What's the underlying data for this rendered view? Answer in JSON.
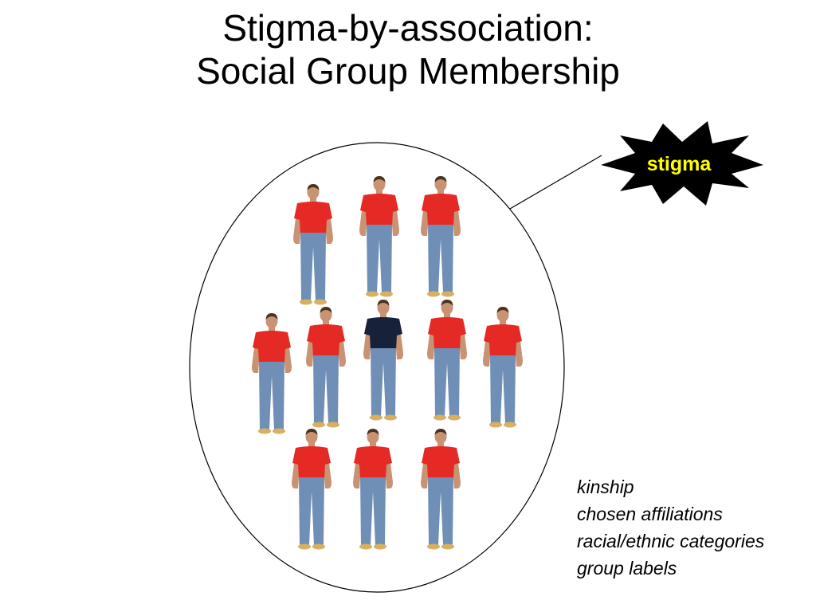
{
  "title": {
    "line1": "Stigma-by-association:",
    "line2": "Social Group Membership"
  },
  "burst": {
    "label": "stigma",
    "fill": "#000000",
    "text_color": "#ffff00"
  },
  "colors": {
    "member_shirt": "#e52a26",
    "target_shirt": "#17223a",
    "jeans": "#6f8fb6",
    "skin": "#c99273",
    "hair": "#4a3220"
  },
  "group": {
    "member_count": 11,
    "target_count": 1
  },
  "notes": [
    "kinship",
    "chosen affiliations",
    "racial/ethnic categories",
    "group labels"
  ]
}
